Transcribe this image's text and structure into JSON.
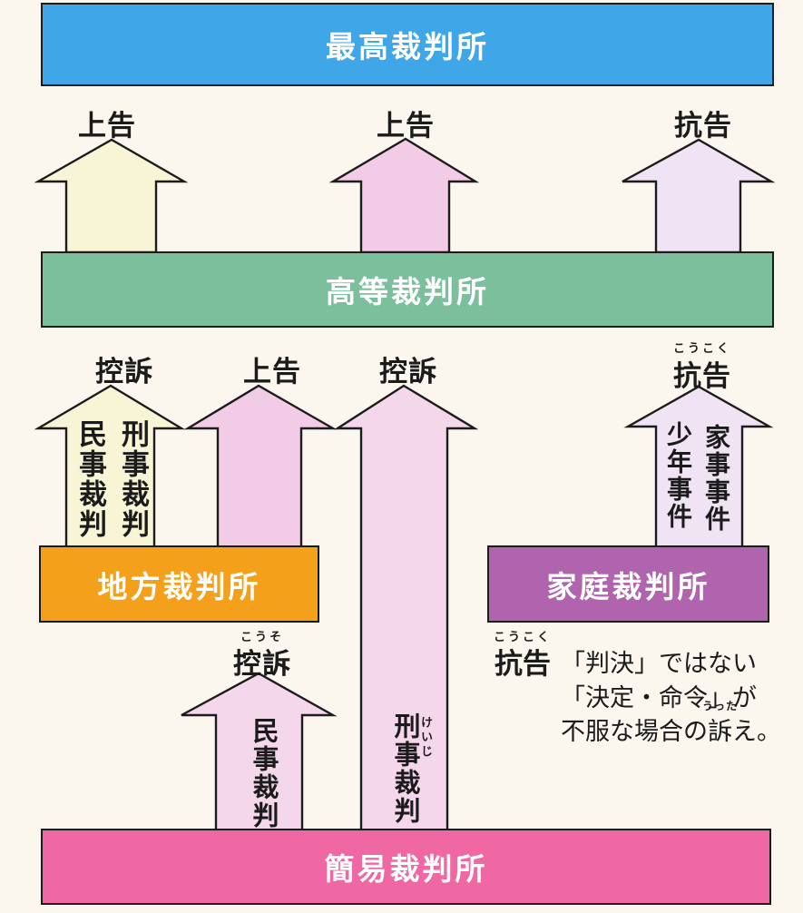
{
  "diagram_title": "court-appeal-system",
  "palette": {
    "background": "#fbf6ee",
    "outline": "#1c1c1c",
    "bar_supreme": "#3fa6e8",
    "bar_high": "#7cbf9d",
    "bar_district": "#f5a01b",
    "bar_family": "#b164ae",
    "bar_summary": "#ef67a3",
    "arrow_cream": "#f8f5d7",
    "arrow_pink": "#f2cbe6",
    "arrow_pink_light": "#f5d7ec",
    "arrow_lavender": "#efe3f4"
  },
  "courts": {
    "supreme": {
      "label": "最高裁判所"
    },
    "high": {
      "label": "高等裁判所"
    },
    "district": {
      "label": "地方裁判所"
    },
    "family": {
      "label": "家庭裁判所"
    },
    "summary": {
      "label": "簡易裁判所"
    }
  },
  "appeals": {
    "top_left": {
      "label": "上告"
    },
    "top_mid": {
      "label": "上告"
    },
    "top_right": {
      "label": "抗告"
    },
    "mid_left": {
      "label": "控訴"
    },
    "mid_jokoku": {
      "label": "上告"
    },
    "mid_center": {
      "label": "控訴"
    },
    "mid_right": {
      "label": "抗告",
      "furigana": "こうこく"
    },
    "bottom": {
      "label": "控訴",
      "furigana": "こうそ"
    }
  },
  "case_types": {
    "civil_district": "民事裁判",
    "criminal_district": "刑事裁判",
    "criminal_tall": "刑事裁判",
    "criminal_tall_furigana": "けいじ",
    "juvenile": "少年事件",
    "family_cases": "家事事件",
    "civil_summary": "民事裁判"
  },
  "note": {
    "label": "抗告",
    "label_furigana": "こうこく",
    "line1": "「判決」ではない",
    "line2": "「決定・命令」が",
    "line3_pre": "不服な場合の",
    "line3_ruby_base": "訴",
    "line3_ruby": "うった",
    "line3_post": "え。"
  }
}
